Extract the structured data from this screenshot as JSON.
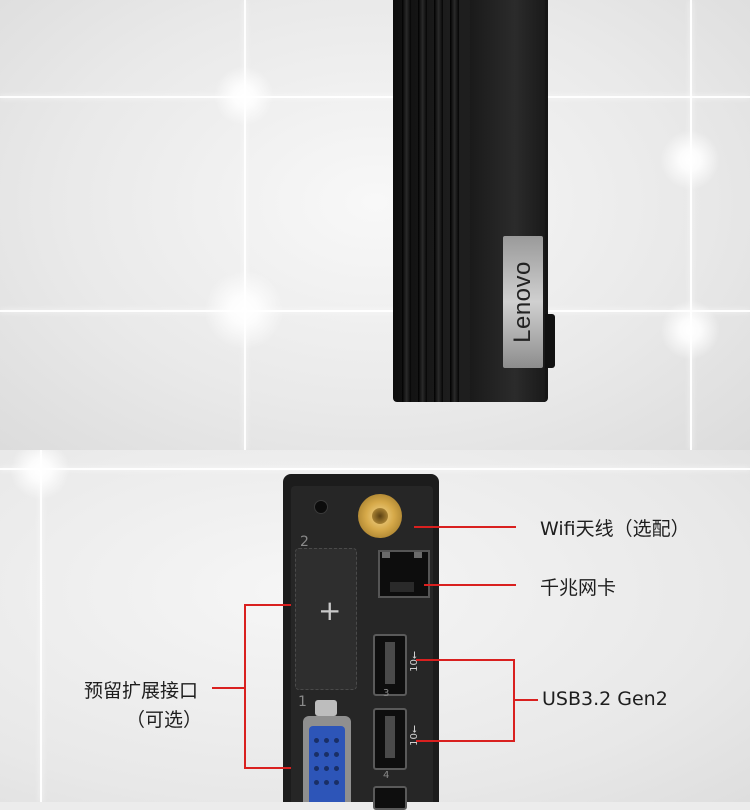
{
  "product": {
    "logo_text": "Lenovo"
  },
  "rear_panel": {
    "slot_labels": [
      "2",
      "1",
      "3",
      "4"
    ],
    "usb_marks": [
      "10⭠",
      "10⭠"
    ],
    "plus_sign": "+"
  },
  "callouts": {
    "wifi": "Wifi天线（选配）",
    "lan": "千兆网卡",
    "usb": "USB3.2 Gen2",
    "expansion_line1": "预留扩展接口",
    "expansion_line2": "（可选）"
  },
  "colors": {
    "callout_line": "#d9201f",
    "text": "#1e1e1e",
    "antenna_gold": "#d6a949",
    "vga_blue": "#2d55b8"
  }
}
